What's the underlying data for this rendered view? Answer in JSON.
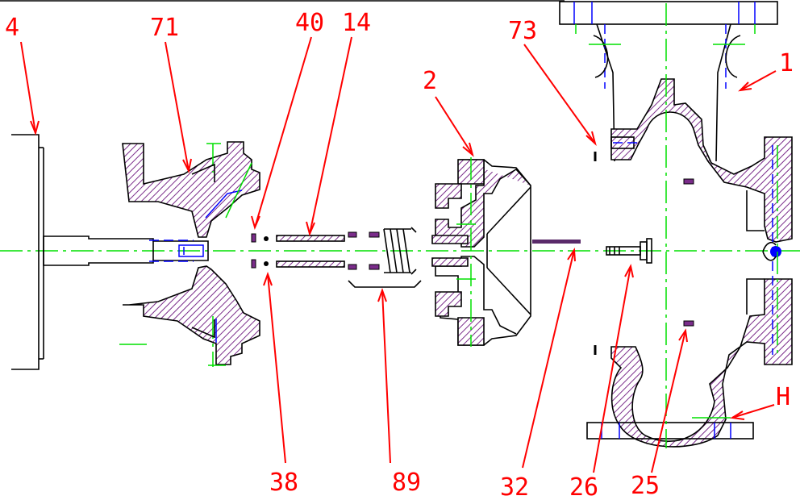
{
  "labels": {
    "p4": "4",
    "p71": "71",
    "p40": "40",
    "p14": "14",
    "p2": "2",
    "p73": "73",
    "p1": "1",
    "p38": "38",
    "p89": "89",
    "p32": "32",
    "p26": "26",
    "p25": "25",
    "pH": "H"
  },
  "colors": {
    "label": "#ff0000",
    "outline": "#000000",
    "centerline": "#00e000",
    "hidden": "#0000ff",
    "hatch": "#7a2c8a"
  }
}
